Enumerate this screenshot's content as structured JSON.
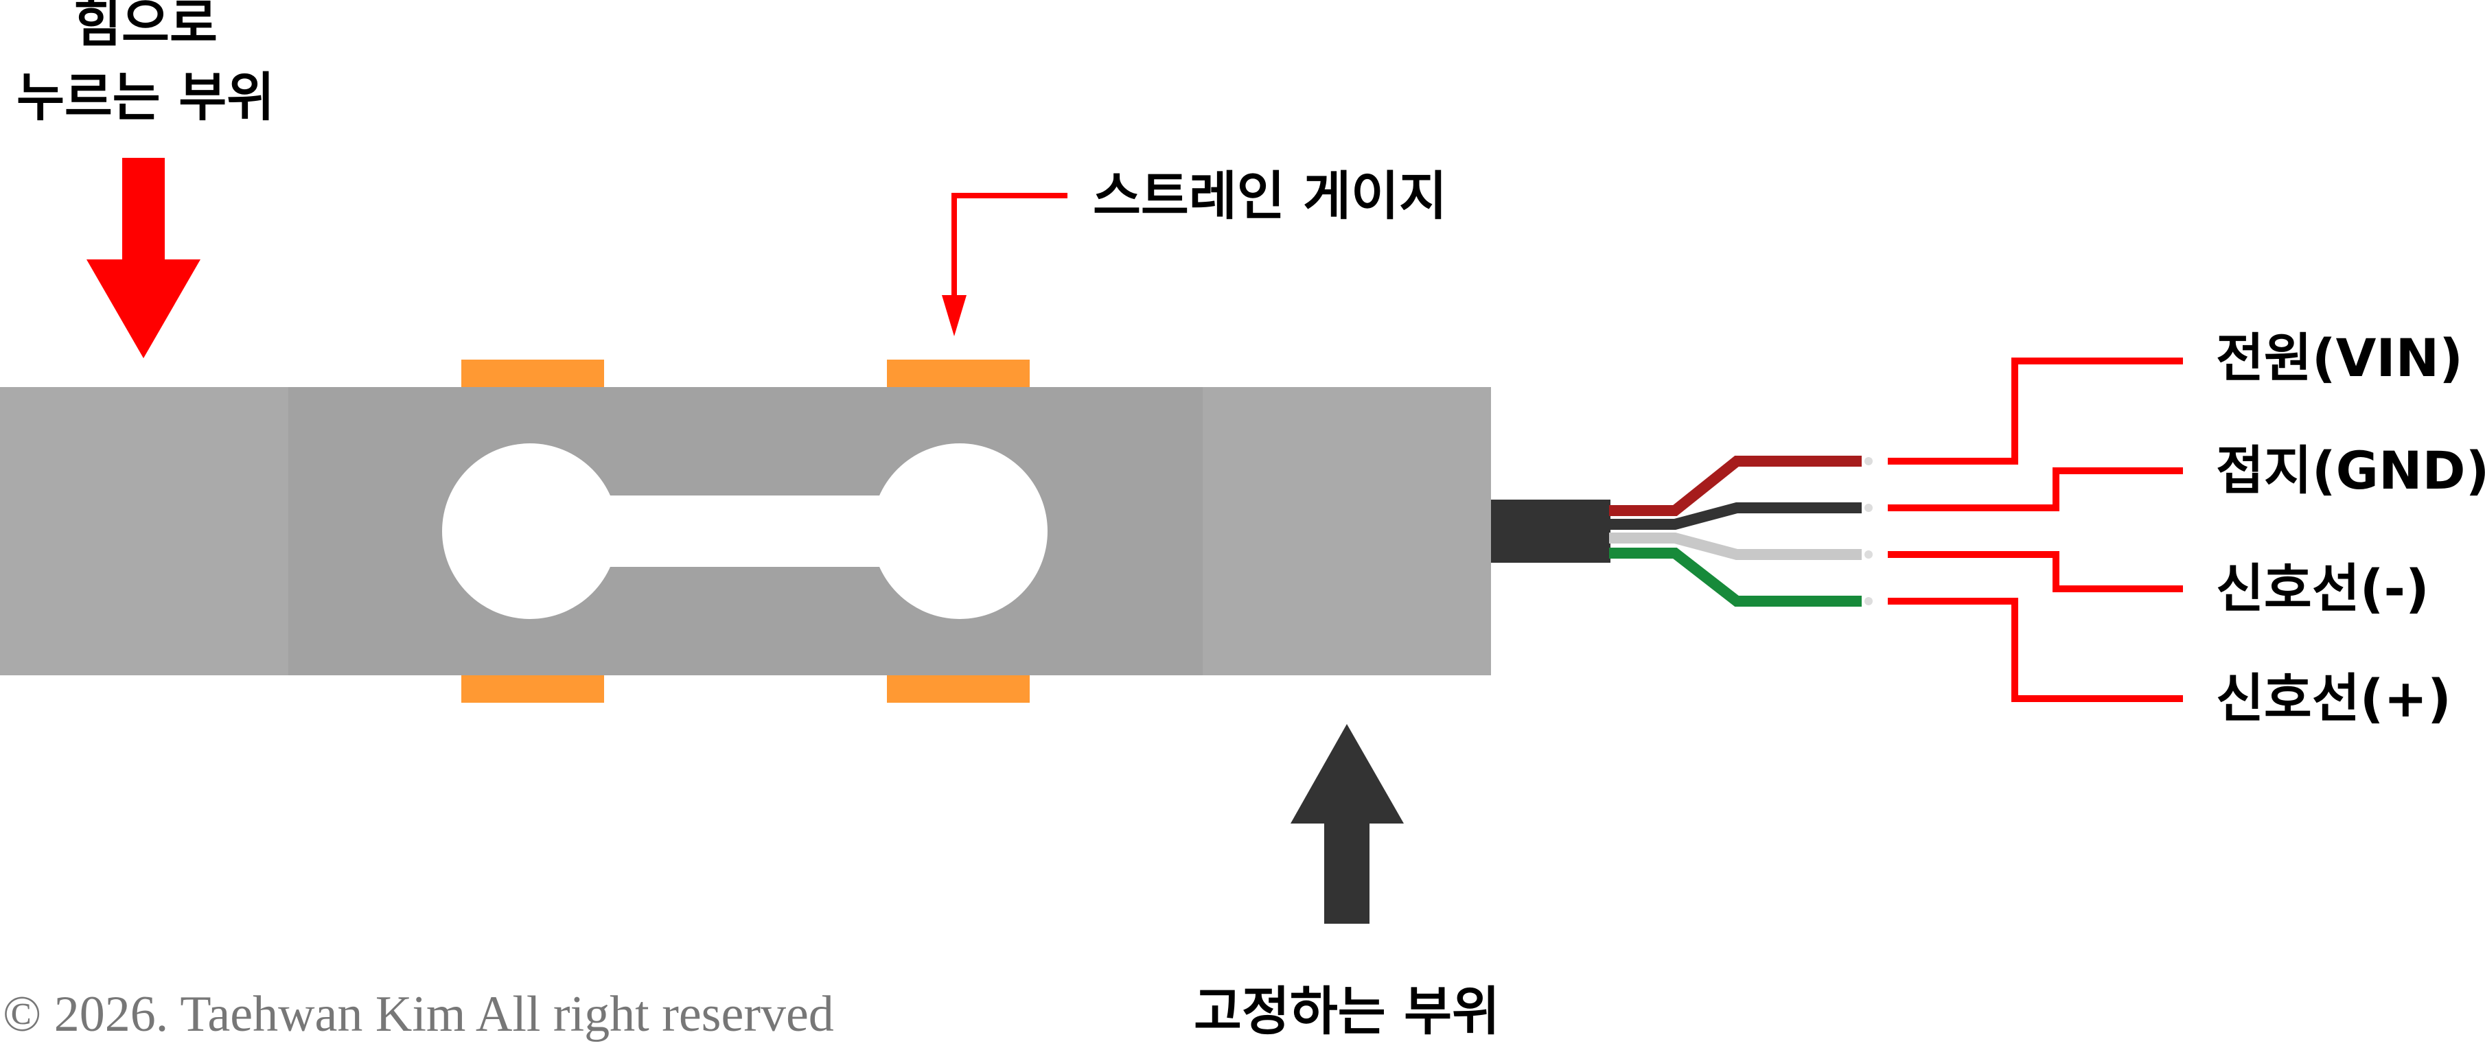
{
  "labels": {
    "press_line1": "힘으로",
    "press_line2": "누르는 부위",
    "strain_gauge": "스트레인 게이지",
    "fixed_part": "고정하는 부위",
    "vin": "전원(VIN)",
    "gnd": "접지(GND)",
    "signal_minus": "신호선(-)",
    "signal_plus": "신호선(+)"
  },
  "copyright": "© 2026. Taehwan Kim All right reserved",
  "colors": {
    "body_light": "#aaaaaa",
    "body_dark": "#a2a2a2",
    "gauge": "#ff9933",
    "press_arrow": "#ff0000",
    "fixed_arrow": "#333333",
    "leader_line": "#ff0000",
    "cable": "#333333",
    "wire_vin": "#a61c1c",
    "wire_gnd": "#333333",
    "wire_signal_minus": "#c8c8c8",
    "wire_signal_plus": "#178a3a"
  }
}
